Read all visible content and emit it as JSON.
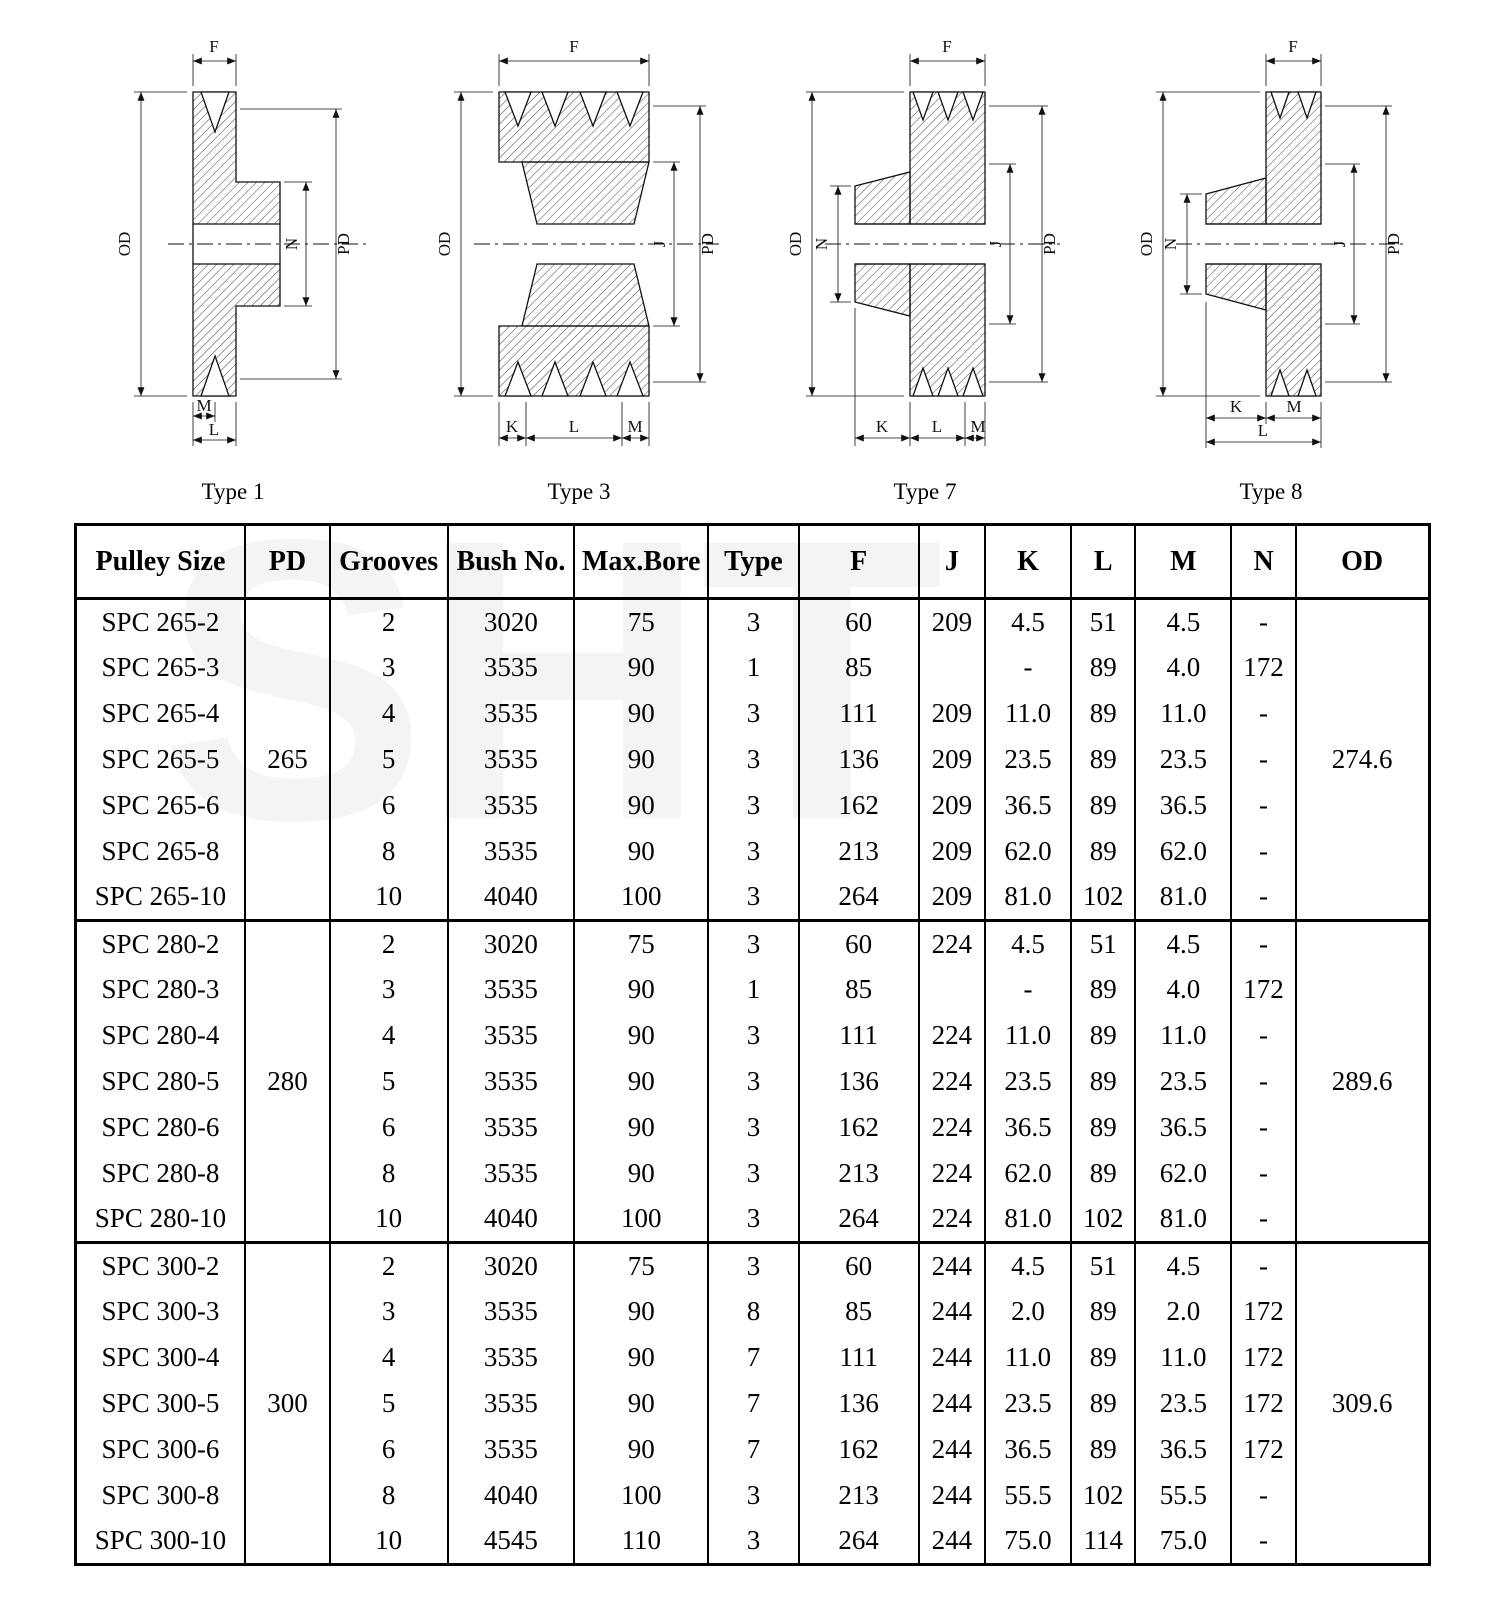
{
  "watermark": {
    "text": "SHT"
  },
  "diagrams": [
    {
      "caption": "Type 1",
      "dims": {
        "f": "F",
        "od": "OD",
        "n": "N",
        "pd": "PD",
        "m": "M",
        "l": "L"
      }
    },
    {
      "caption": "Type 3",
      "dims": {
        "f": "F",
        "od": "OD",
        "j": "J",
        "pd": "PD",
        "k": "K",
        "l": "L",
        "m": "M"
      }
    },
    {
      "caption": "Type 7",
      "dims": {
        "f": "F",
        "od": "OD",
        "n": "N",
        "j": "J",
        "pd": "PD",
        "k": "K",
        "l": "L",
        "m": "M"
      }
    },
    {
      "caption": "Type 8",
      "dims": {
        "f": "F",
        "od": "OD",
        "n": "N",
        "j": "J",
        "pd": "PD",
        "k": "K",
        "l": "L",
        "m": "M"
      }
    }
  ],
  "table": {
    "headers": [
      "Pulley Size",
      "PD",
      "Grooves",
      "Bush No.",
      "Max.Bore",
      "Type",
      "F",
      "J",
      "K",
      "L",
      "M",
      "N",
      "OD"
    ],
    "groups": [
      {
        "pd": "265",
        "od": "274.6",
        "rows": [
          {
            "size": "SPC 265-2",
            "grooves": "2",
            "bush": "3020",
            "bore": "75",
            "type": "3",
            "f": "60",
            "j": "209",
            "k": "4.5",
            "l": "51",
            "m": "4.5",
            "n": "-"
          },
          {
            "size": "SPC 265-3",
            "grooves": "3",
            "bush": "3535",
            "bore": "90",
            "type": "1",
            "f": "85",
            "j": "",
            "k": "-",
            "l": "89",
            "m": "4.0",
            "n": "172"
          },
          {
            "size": "SPC 265-4",
            "grooves": "4",
            "bush": "3535",
            "bore": "90",
            "type": "3",
            "f": "111",
            "j": "209",
            "k": "11.0",
            "l": "89",
            "m": "11.0",
            "n": "-"
          },
          {
            "size": "SPC 265-5",
            "grooves": "5",
            "bush": "3535",
            "bore": "90",
            "type": "3",
            "f": "136",
            "j": "209",
            "k": "23.5",
            "l": "89",
            "m": "23.5",
            "n": "-"
          },
          {
            "size": "SPC 265-6",
            "grooves": "6",
            "bush": "3535",
            "bore": "90",
            "type": "3",
            "f": "162",
            "j": "209",
            "k": "36.5",
            "l": "89",
            "m": "36.5",
            "n": "-"
          },
          {
            "size": "SPC 265-8",
            "grooves": "8",
            "bush": "3535",
            "bore": "90",
            "type": "3",
            "f": "213",
            "j": "209",
            "k": "62.0",
            "l": "89",
            "m": "62.0",
            "n": "-"
          },
          {
            "size": "SPC 265-10",
            "grooves": "10",
            "bush": "4040",
            "bore": "100",
            "type": "3",
            "f": "264",
            "j": "209",
            "k": "81.0",
            "l": "102",
            "m": "81.0",
            "n": "-"
          }
        ]
      },
      {
        "pd": "280",
        "od": "289.6",
        "rows": [
          {
            "size": "SPC 280-2",
            "grooves": "2",
            "bush": "3020",
            "bore": "75",
            "type": "3",
            "f": "60",
            "j": "224",
            "k": "4.5",
            "l": "51",
            "m": "4.5",
            "n": "-"
          },
          {
            "size": "SPC 280-3",
            "grooves": "3",
            "bush": "3535",
            "bore": "90",
            "type": "1",
            "f": "85",
            "j": "",
            "k": "-",
            "l": "89",
            "m": "4.0",
            "n": "172"
          },
          {
            "size": "SPC 280-4",
            "grooves": "4",
            "bush": "3535",
            "bore": "90",
            "type": "3",
            "f": "111",
            "j": "224",
            "k": "11.0",
            "l": "89",
            "m": "11.0",
            "n": "-"
          },
          {
            "size": "SPC 280-5",
            "grooves": "5",
            "bush": "3535",
            "bore": "90",
            "type": "3",
            "f": "136",
            "j": "224",
            "k": "23.5",
            "l": "89",
            "m": "23.5",
            "n": "-"
          },
          {
            "size": "SPC 280-6",
            "grooves": "6",
            "bush": "3535",
            "bore": "90",
            "type": "3",
            "f": "162",
            "j": "224",
            "k": "36.5",
            "l": "89",
            "m": "36.5",
            "n": "-"
          },
          {
            "size": "SPC 280-8",
            "grooves": "8",
            "bush": "3535",
            "bore": "90",
            "type": "3",
            "f": "213",
            "j": "224",
            "k": "62.0",
            "l": "89",
            "m": "62.0",
            "n": "-"
          },
          {
            "size": "SPC 280-10",
            "grooves": "10",
            "bush": "4040",
            "bore": "100",
            "type": "3",
            "f": "264",
            "j": "224",
            "k": "81.0",
            "l": "102",
            "m": "81.0",
            "n": "-"
          }
        ]
      },
      {
        "pd": "300",
        "od": "309.6",
        "rows": [
          {
            "size": "SPC 300-2",
            "grooves": "2",
            "bush": "3020",
            "bore": "75",
            "type": "3",
            "f": "60",
            "j": "244",
            "k": "4.5",
            "l": "51",
            "m": "4.5",
            "n": "-"
          },
          {
            "size": "SPC 300-3",
            "grooves": "3",
            "bush": "3535",
            "bore": "90",
            "type": "8",
            "f": "85",
            "j": "244",
            "k": "2.0",
            "l": "89",
            "m": "2.0",
            "n": "172"
          },
          {
            "size": "SPC 300-4",
            "grooves": "4",
            "bush": "3535",
            "bore": "90",
            "type": "7",
            "f": "111",
            "j": "244",
            "k": "11.0",
            "l": "89",
            "m": "11.0",
            "n": "172"
          },
          {
            "size": "SPC 300-5",
            "grooves": "5",
            "bush": "3535",
            "bore": "90",
            "type": "7",
            "f": "136",
            "j": "244",
            "k": "23.5",
            "l": "89",
            "m": "23.5",
            "n": "172"
          },
          {
            "size": "SPC 300-6",
            "grooves": "6",
            "bush": "3535",
            "bore": "90",
            "type": "7",
            "f": "162",
            "j": "244",
            "k": "36.5",
            "l": "89",
            "m": "36.5",
            "n": "172"
          },
          {
            "size": "SPC 300-8",
            "grooves": "8",
            "bush": "4040",
            "bore": "100",
            "type": "3",
            "f": "213",
            "j": "244",
            "k": "55.5",
            "l": "102",
            "m": "55.5",
            "n": "-"
          },
          {
            "size": "SPC 300-10",
            "grooves": "10",
            "bush": "4545",
            "bore": "110",
            "type": "3",
            "f": "264",
            "j": "244",
            "k": "75.0",
            "l": "114",
            "m": "75.0",
            "n": "-"
          }
        ]
      }
    ]
  }
}
